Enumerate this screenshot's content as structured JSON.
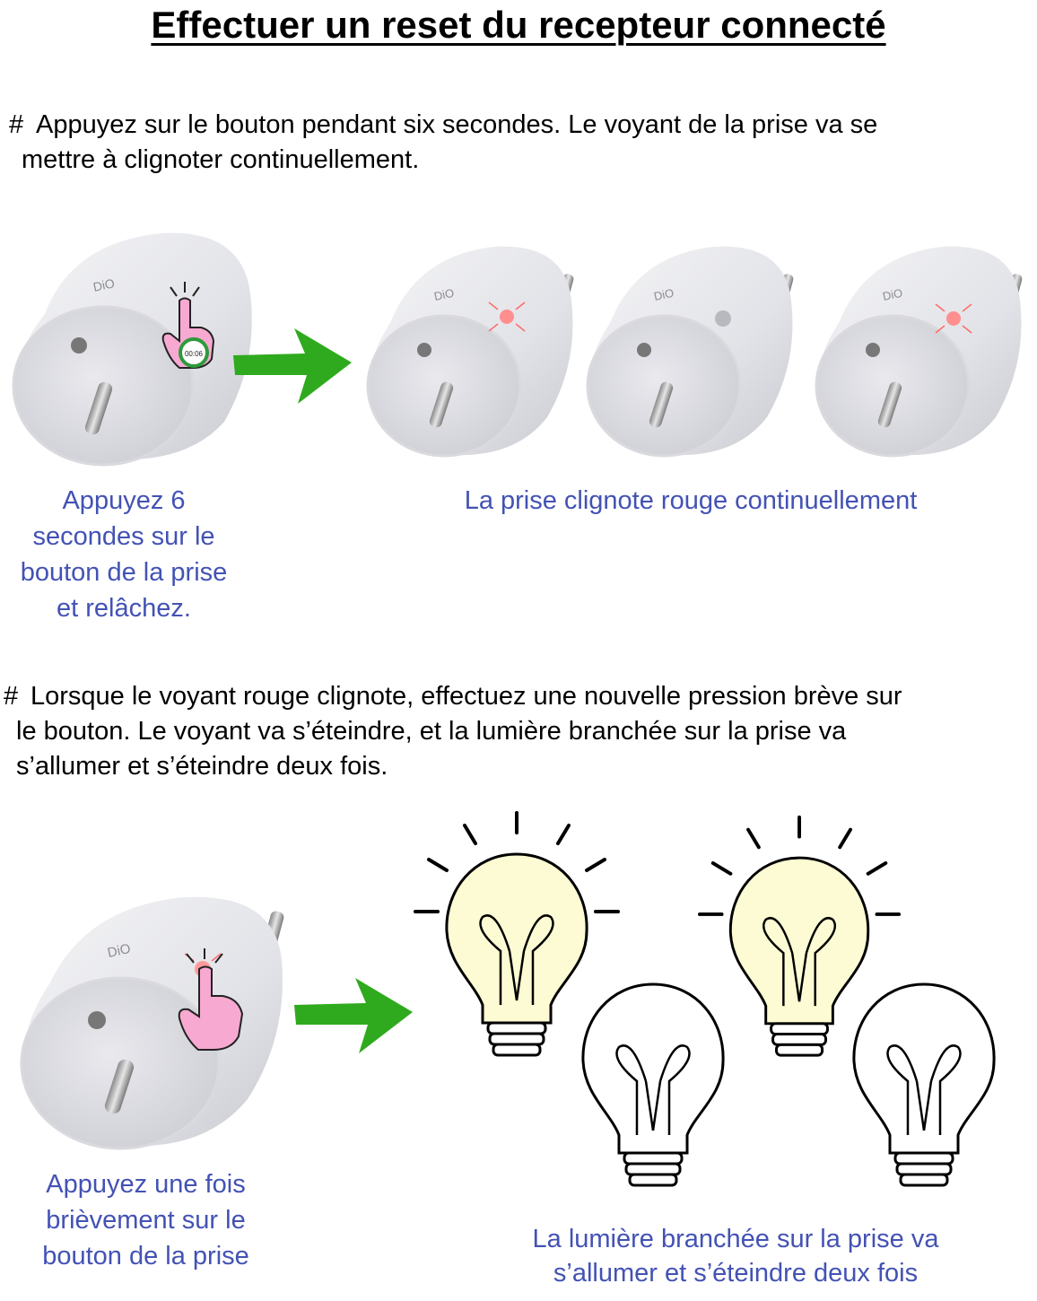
{
  "title": "Effectuer un reset du recepteur connecté",
  "step1": {
    "marker": "#",
    "line1": "Appuyez sur le bouton pendant six secondes. Le voyant de la prise va se",
    "line2": "mettre à clignoter continuellement."
  },
  "caption1": {
    "line1": "Appuyez  6",
    "line2": "secondes sur le",
    "line3": "bouton de la prise",
    "line4": "et relâchez."
  },
  "caption2": "La prise clignote rouge continuellement",
  "step2": {
    "marker": "#",
    "line1": "Lorsque le voyant rouge clignote, effectuez une nouvelle pression brève sur",
    "line2": "le bouton. Le voyant va s’éteindre, et la lumière branchée sur la prise va",
    "line3": "s’allumer et s’éteindre deux fois."
  },
  "caption3": {
    "line1": "Appuyez une fois",
    "line2": "brièvement sur le",
    "line3": "bouton de la prise"
  },
  "caption4": {
    "line1": "La lumière branchée sur la prise va",
    "line2": "s’allumer et s’éteindre deux fois"
  },
  "plug_brand": "DiO",
  "timer_text": "00:06",
  "colors": {
    "caption": "#4352b4",
    "arrow": "#2faa1e",
    "led_red": "#ff6b6b",
    "bulb_on": "#fdfbd3",
    "hand": "#f7a9d1"
  }
}
